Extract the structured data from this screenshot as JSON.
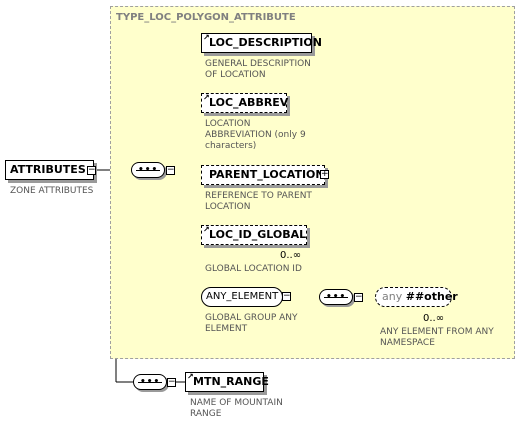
{
  "type_name": "TYPE_LOC_POLYGON_ATTRIBUTE",
  "root": {
    "name": "ATTRIBUTES",
    "annotation": "ZONE ATTRIBUTES"
  },
  "children": {
    "loc_description": {
      "name": "LOC_DESCRIPTION",
      "annotation": [
        "GENERAL DESCRIPTION",
        "OF LOCATION"
      ]
    },
    "loc_abbrev": {
      "name": "LOC_ABBREV",
      "annotation": [
        "LOCATION",
        "ABBREVIATION (only 9",
        "characters)"
      ]
    },
    "parent_location": {
      "name": "PARENT_LOCATION",
      "annotation": [
        "REFERENCE TO PARENT",
        "LOCATION"
      ]
    },
    "loc_id_global": {
      "name": "LOC_ID_GLOBAL",
      "cardinality": "0..∞",
      "annotation": [
        "GLOBAL LOCATION ID"
      ]
    },
    "any_element": {
      "name": "ANY_ELEMENT",
      "annotation": [
        "GLOBAL GROUP ANY",
        "ELEMENT"
      ]
    },
    "any_wildcard": {
      "prefix": "any",
      "namespace": "##other",
      "cardinality": "0..∞",
      "annotation": [
        "ANY ELEMENT FROM ANY",
        "NAMESPACE"
      ]
    },
    "mtn_range": {
      "name": "MTN_RANGE",
      "annotation": [
        "NAME OF MOUNTAIN",
        "RANGE"
      ]
    }
  },
  "icons": {
    "reference": "ref-arrow-icon",
    "expand": "plus-icon",
    "collapse": "minus-icon",
    "sequence": "sequence-icon"
  }
}
